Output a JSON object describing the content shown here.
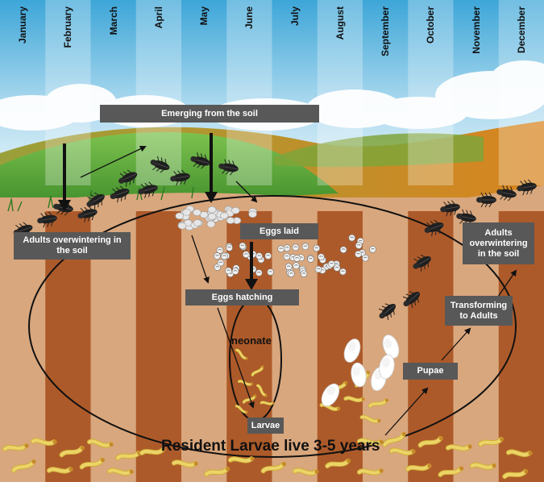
{
  "months": [
    "January",
    "February",
    "March",
    "April",
    "May",
    "June",
    "July",
    "August",
    "September",
    "October",
    "November",
    "December"
  ],
  "labels": {
    "emerging": "Emerging from the soil",
    "adults_left": "Adults overwintering in the soil",
    "eggs_laid": "Eggs laid",
    "eggs_hatching": "Eggs hatching",
    "neonate": "neonate",
    "larvae": "Larvae",
    "pupae": "Pupae",
    "transforming": "Transforming to Adults",
    "adults_right": "Adults overwintering in the soil",
    "resident": "Resident Larvae live 3-5 years"
  },
  "colors": {
    "sky": "#a9d8ee",
    "hill_green": "#5fae3c",
    "hill_orange": "#d98a2a",
    "soil_light": "#d9a77d",
    "soil_dark": "#ad5a2a",
    "label_bg": "#585858",
    "arrow": "#111111",
    "larva": "#e8cf5a"
  },
  "icons": [
    "beetle-icon",
    "egg-icon",
    "larva-icon",
    "pupa-icon",
    "arrow-icon"
  ]
}
